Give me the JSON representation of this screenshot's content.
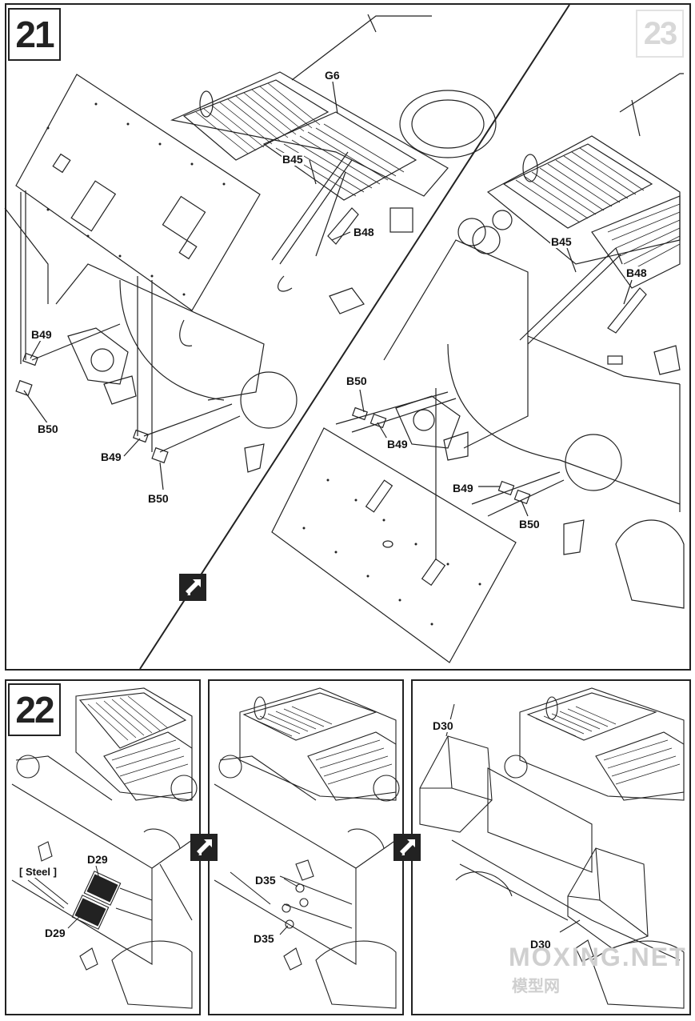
{
  "steps": {
    "step21": "21",
    "step22": "22",
    "step23": "23"
  },
  "labels21": {
    "g6": "G6",
    "b45_left": "B45",
    "b48_left": "B48",
    "b49_left_a": "B49",
    "b50_left_a": "B50",
    "b49_left_b": "B49",
    "b50_left_b": "B50",
    "b45_right": "B45",
    "b48_right": "B48",
    "b50_right_a": "B50",
    "b49_right_a": "B49",
    "b49_right_b": "B49",
    "b50_right_b": "B50"
  },
  "labels22": {
    "steel": "[ Steel ]",
    "d29_a": "D29",
    "d29_b": "D29",
    "d35_a": "D35",
    "d35_b": "D35",
    "d30_a": "D30",
    "d30_b": "D30"
  },
  "watermark": {
    "latin": "MOXING.NET",
    "chinese": "模型网"
  },
  "icons": {
    "flow": "next-step-arrow-icon"
  },
  "colors": {
    "line": "#222222",
    "paper": "#ffffff",
    "watermark": "#cfcfcf"
  }
}
